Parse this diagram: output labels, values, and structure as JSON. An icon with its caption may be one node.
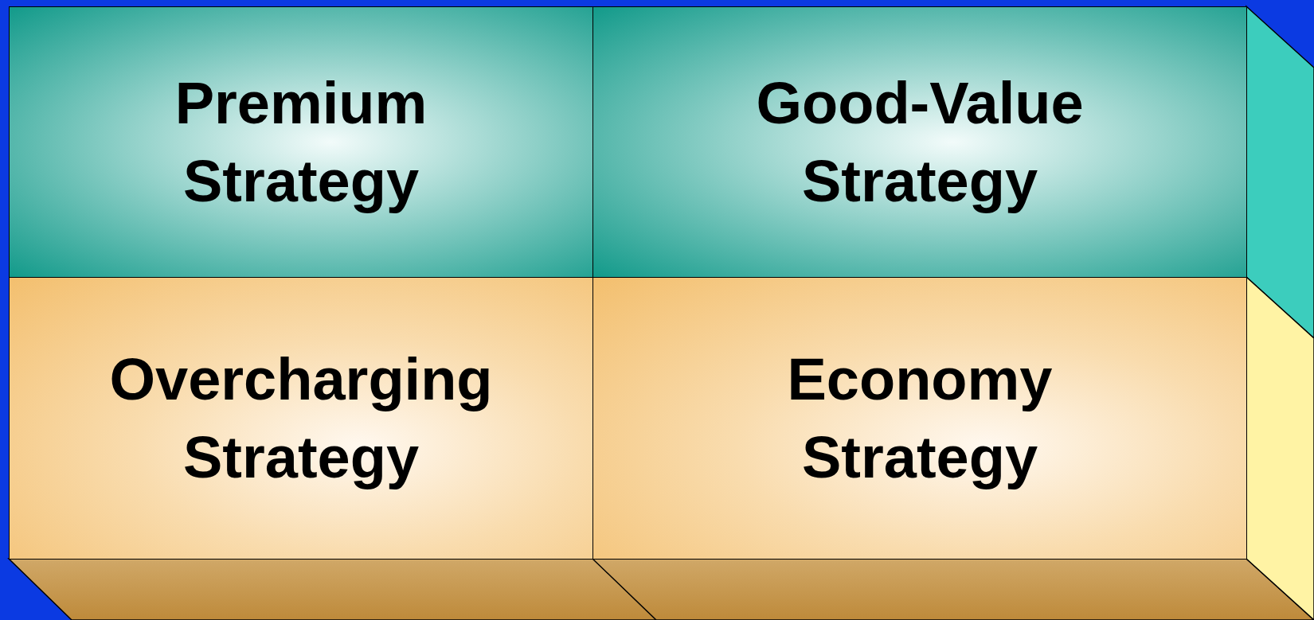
{
  "diagram": {
    "nodes": [
      {
        "text": [
          "Premium Strategy"
        ]
      },
      {
        "text": [
          "Good-Value Strategy"
        ]
      },
      {
        "text": [
          "Overcharging Strategy"
        ]
      },
      {
        "text": [
          "Economy Strategy"
        ]
      }
    ]
  }
}
